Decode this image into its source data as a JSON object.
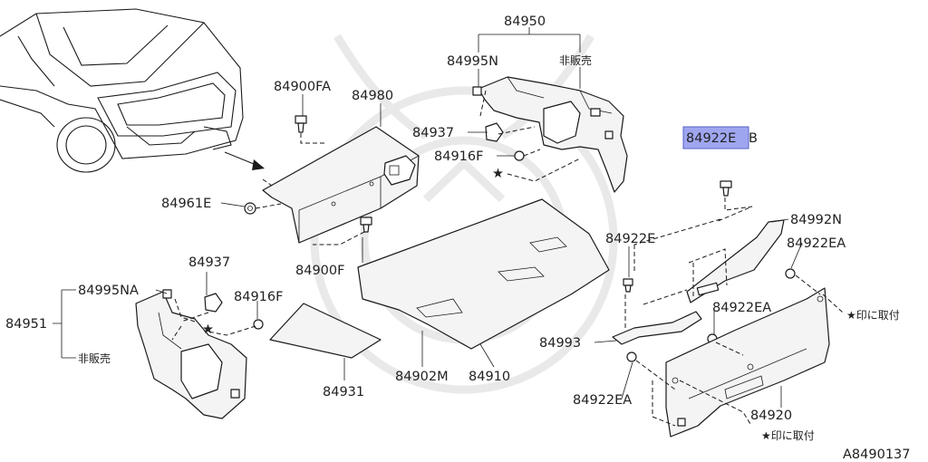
{
  "labels": {
    "p84950": "84950",
    "p84995N": "84995N",
    "not_for_sale_1": "非販売",
    "p84900FA": "84900FA",
    "p84980": "84980",
    "p84937_a": "84937",
    "p84916F_a": "84916F",
    "p84961E": "84961E",
    "p84900F": "84900F",
    "p84922EB": "84922E",
    "p84922EB_suffix": "B",
    "p84992N": "84992N",
    "p84922E": "84922E",
    "p84922EA_1": "84922EA",
    "p84937_b": "84937",
    "p84995NA": "84995NA",
    "p84916F_b": "84916F",
    "p84951": "84951",
    "not_for_sale_2": "非販売",
    "p84922EA_2": "84922EA",
    "install_at_star_1": "★印に取付",
    "p84993": "84993",
    "p84931": "84931",
    "p84902M": "84902M",
    "p84910": "84910",
    "p84922EA_3": "84922EA",
    "p84920": "84920",
    "install_at_star_2": "★印に取付",
    "diagram_code": "A8490137"
  },
  "stars": {
    "symbol": "★"
  },
  "colors": {
    "highlight": "#9fa6f0",
    "line": "#1a1a1a"
  }
}
